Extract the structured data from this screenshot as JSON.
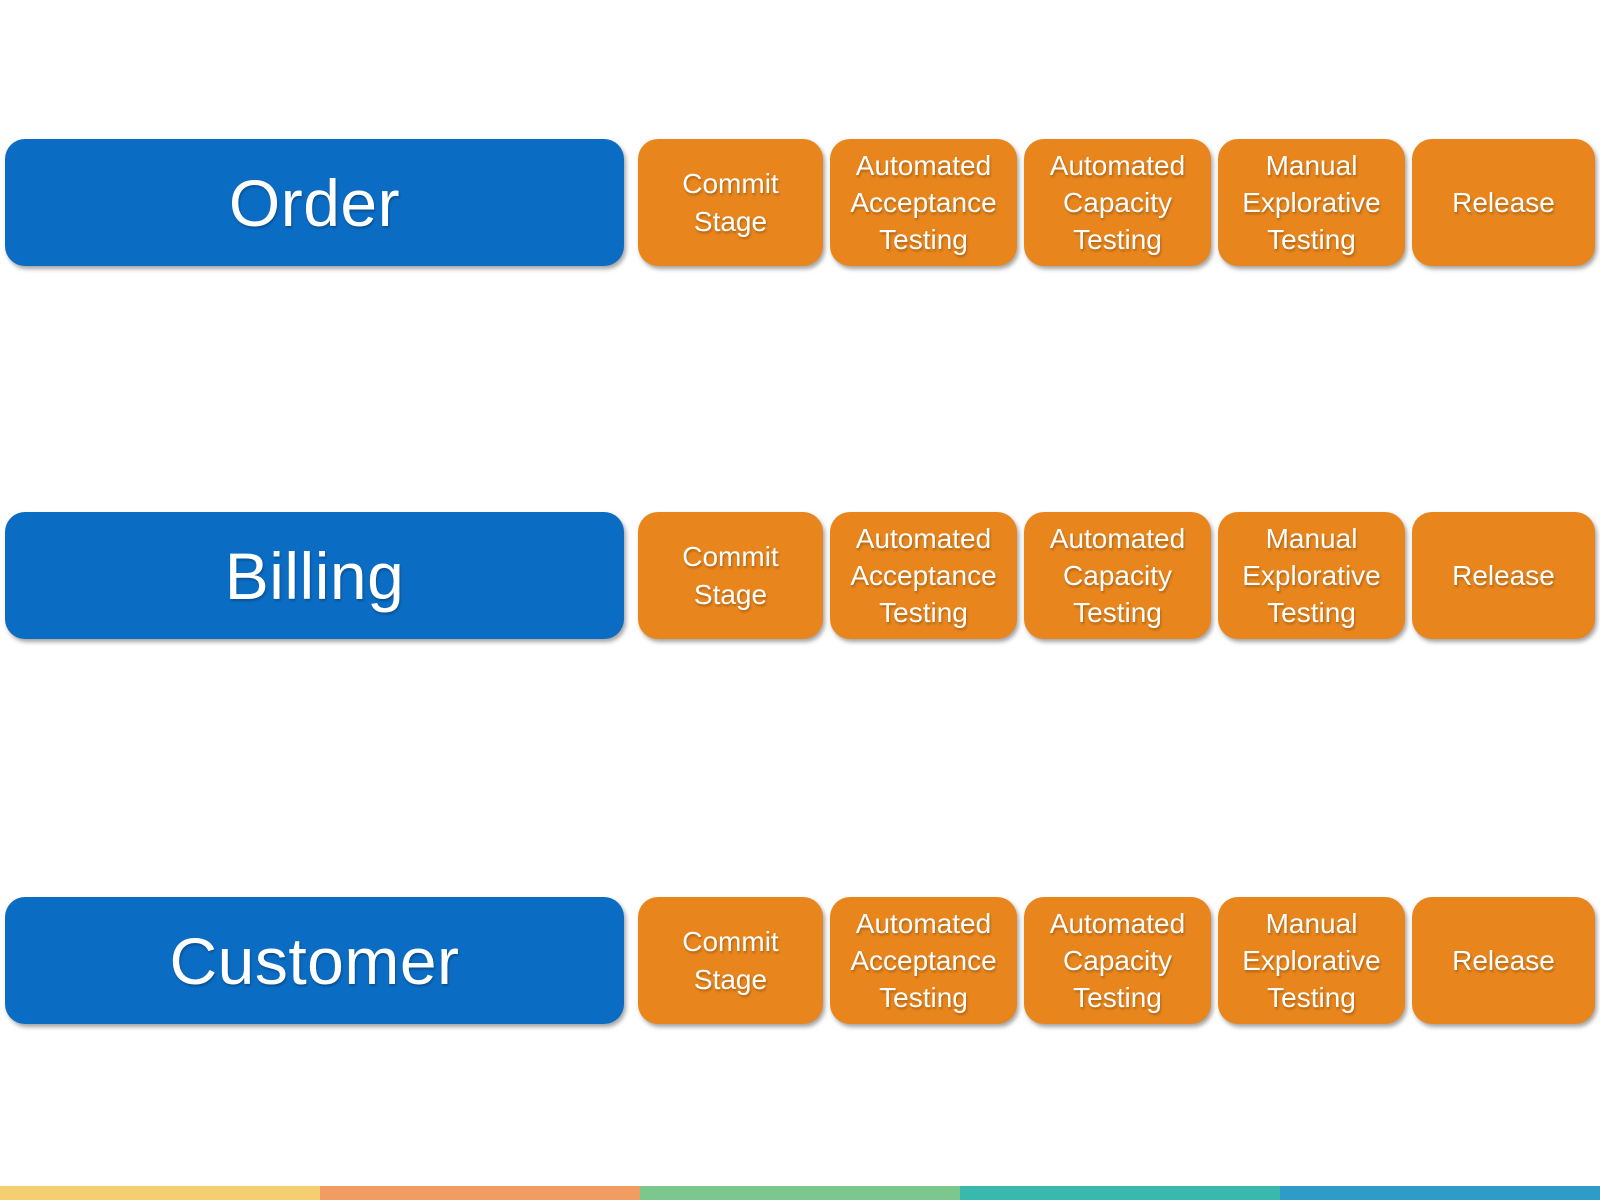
{
  "colors": {
    "service_box": "#0B6CC3",
    "stage_box": "#E8851C",
    "box_text": "#FFFFFF"
  },
  "pipelines": [
    {
      "service": "Order",
      "stages": [
        "Commit Stage",
        "Automated Acceptance Testing",
        "Automated Capacity Testing",
        "Manual Explorative Testing",
        "Release"
      ]
    },
    {
      "service": "Billing",
      "stages": [
        "Commit Stage",
        "Automated Acceptance Testing",
        "Automated Capacity Testing",
        "Manual Explorative Testing",
        "Release"
      ]
    },
    {
      "service": "Customer",
      "stages": [
        "Commit Stage",
        "Automated Acceptance Testing",
        "Automated Capacity Testing",
        "Manual Explorative Testing",
        "Release"
      ]
    }
  ],
  "footer": {
    "segment_colors": [
      "#F5CE70",
      "#F09C62",
      "#7BC78D",
      "#39B8AE",
      "#2E9CC7"
    ]
  }
}
